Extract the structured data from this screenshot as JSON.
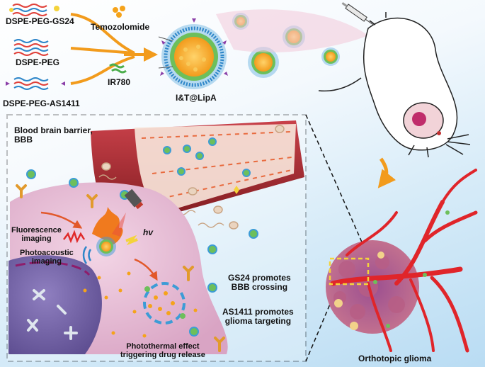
{
  "labels": {
    "peg_gs24": "DSPE-PEG-GS24",
    "peg": "DSPE-PEG",
    "peg_as1411": "DSPE-PEG-AS1411",
    "temozolomide": "Temozolomide",
    "ir780": "IR780",
    "product": "I&T@LipA",
    "bbb_line1": "Blood brain barrier,",
    "bbb_line2": "BBB",
    "fluor_line1": "Fluorescence",
    "fluor_line2": "imaging",
    "photo_line1": "Photoacoustic",
    "photo_line2": "imaging",
    "hv": "hv",
    "gs24_line1": "GS24 promotes",
    "gs24_line2": "BBB crossing",
    "as_line1": "AS1411 promotes",
    "as_line2": "glioma targeting",
    "ptt_line1": "Photothermal effect",
    "ptt_line2": "triggering drug release",
    "glioma": "Orthotopic glioma"
  },
  "colors": {
    "vessel": "#a7262a",
    "cell": "#e6b8d4",
    "nucleus": "#7e6ba8",
    "drug": "#f5a31a",
    "shell": "#3d9cd6",
    "arrow": "#f29b1c"
  }
}
